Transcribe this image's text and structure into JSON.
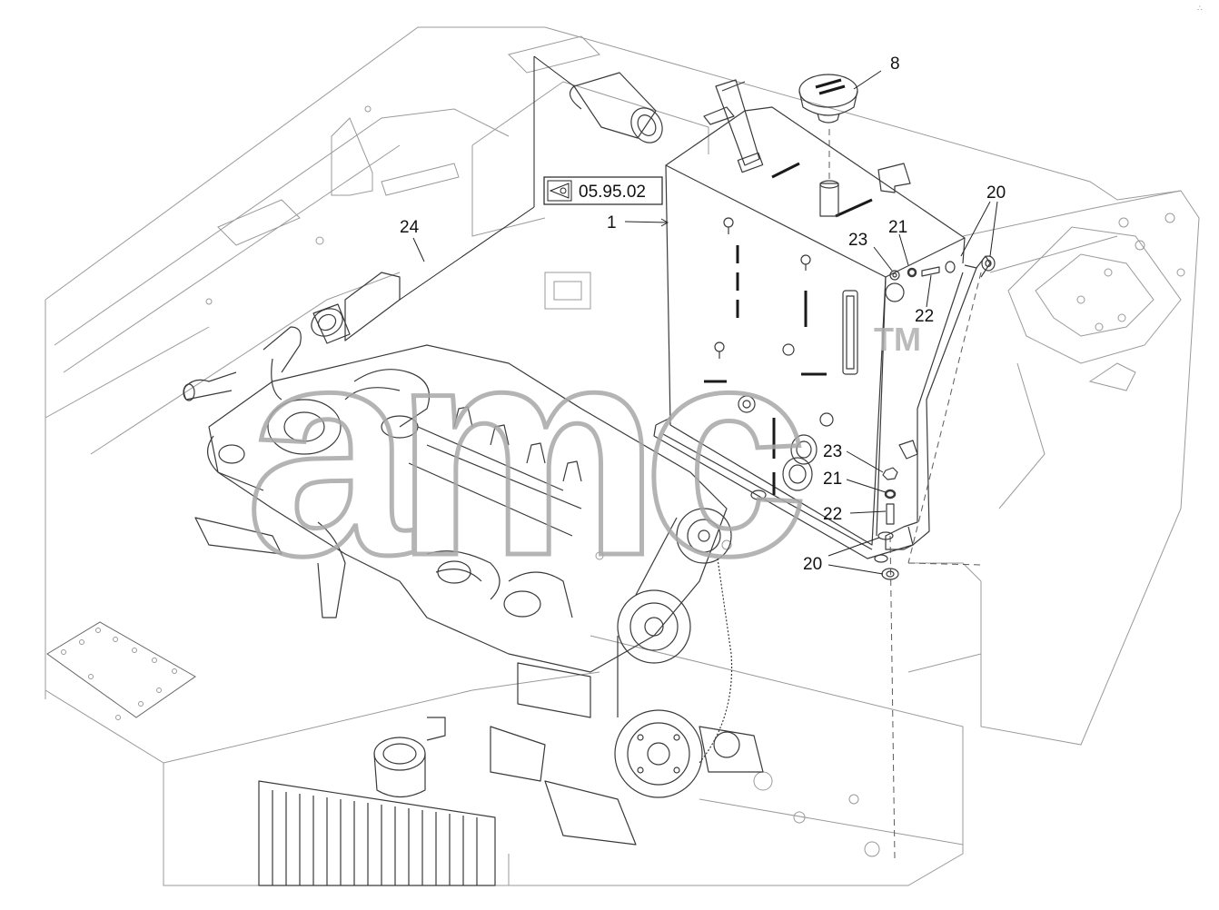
{
  "reference_box": {
    "label": "05.95.02",
    "icon": "view-eye-icon"
  },
  "callouts": {
    "c8": "8",
    "c1": "1",
    "c24": "24",
    "c20a": "20",
    "c21a": "21",
    "c23a": "23",
    "c22a": "22",
    "c23b": "23",
    "c21b": "21",
    "c22b": "22",
    "c20b": "20"
  },
  "watermark": {
    "text": "amc",
    "tm": "TM"
  },
  "corner_mark": "∴"
}
